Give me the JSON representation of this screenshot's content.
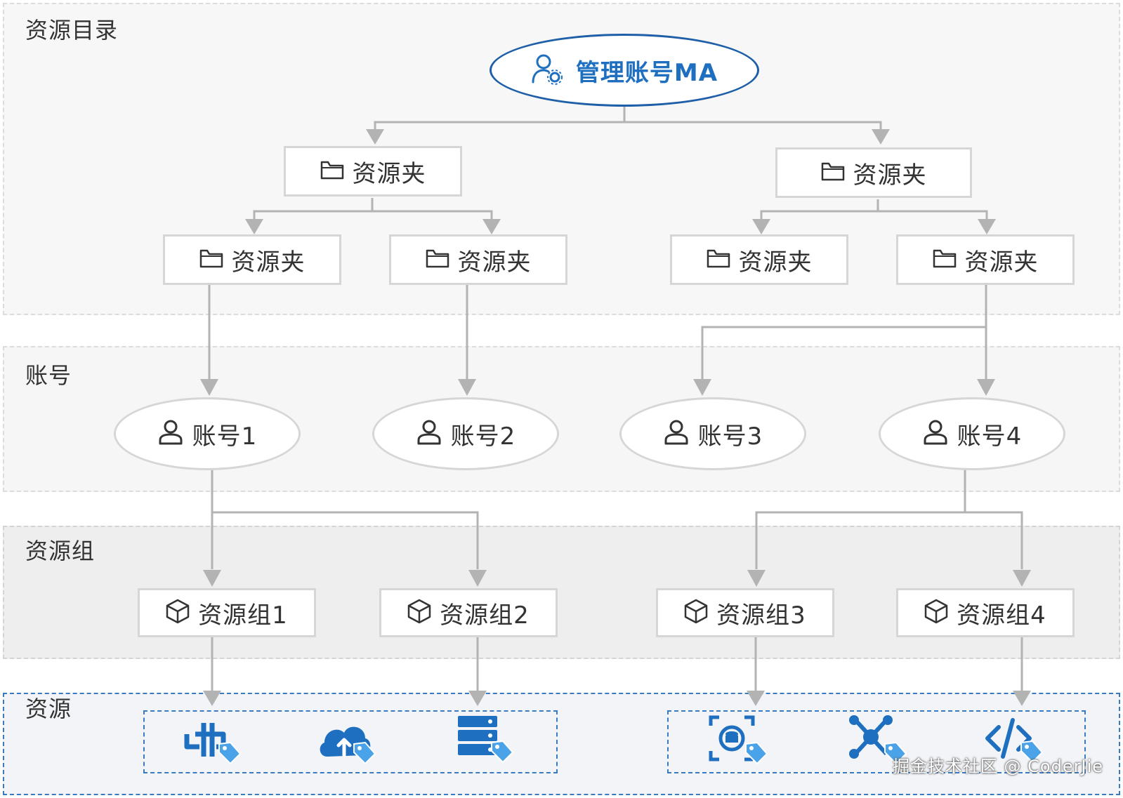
{
  "layers": {
    "catalog": "资源目录",
    "accounts": "账号",
    "groups": "资源组",
    "resources": "资源"
  },
  "root": {
    "label": "管理账号MA",
    "icon": "user-gear-icon"
  },
  "folders": [
    {
      "label": "资源夹",
      "icon": "folder-icon"
    },
    {
      "label": "资源夹",
      "icon": "folder-icon"
    },
    {
      "label": "资源夹",
      "icon": "folder-icon"
    },
    {
      "label": "资源夹",
      "icon": "folder-icon"
    },
    {
      "label": "资源夹",
      "icon": "folder-icon"
    },
    {
      "label": "资源夹",
      "icon": "folder-icon"
    }
  ],
  "accounts": [
    {
      "label": "账号1",
      "icon": "user-icon"
    },
    {
      "label": "账号2",
      "icon": "user-icon"
    },
    {
      "label": "账号3",
      "icon": "user-icon"
    },
    {
      "label": "账号4",
      "icon": "user-icon"
    }
  ],
  "resource_groups": [
    {
      "label": "资源组1",
      "icon": "cube-icon"
    },
    {
      "label": "资源组2",
      "icon": "cube-icon"
    },
    {
      "label": "资源组3",
      "icon": "cube-icon"
    },
    {
      "label": "资源组4",
      "icon": "cube-icon"
    }
  ],
  "resource_icons": [
    "network-tag-icon",
    "cloud-upload-tag-icon",
    "server-tag-icon",
    "database-scan-tag-icon",
    "cluster-tag-icon",
    "code-tag-icon"
  ],
  "colors": {
    "accent": "#1e6fc0",
    "line": "#b3b3b3",
    "border": "#d6d6d6"
  },
  "watermark": "掘金技术社区 @ CoderJie"
}
